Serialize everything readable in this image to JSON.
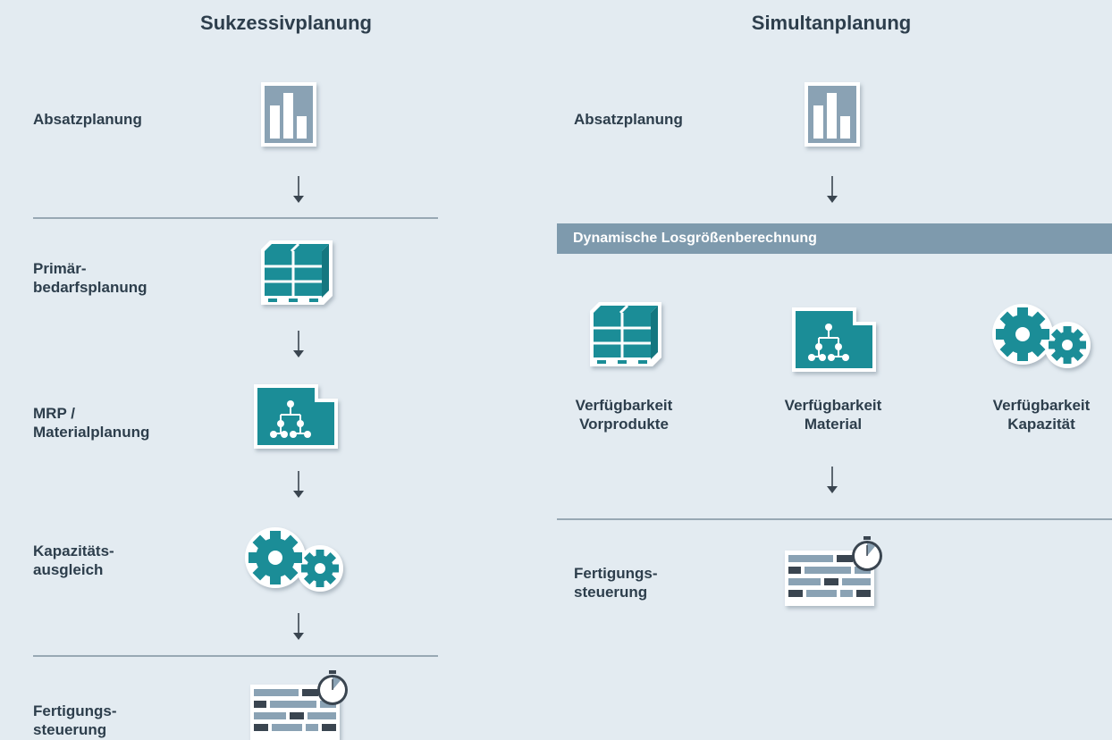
{
  "left": {
    "title": "Sukzessivplanung",
    "steps": [
      {
        "label": "Absatzplanung",
        "icon": "bar-chart-icon"
      },
      {
        "label": "Primär-\nbedarfsplanung",
        "icon": "pallet-boxes-icon"
      },
      {
        "label": "MRP /\nMaterialplanung",
        "icon": "org-chart-document-icon"
      },
      {
        "label": "Kapazitäts-\nausgleich",
        "icon": "gears-icon"
      },
      {
        "label": "Fertigungs-\nsteuerung",
        "icon": "gantt-stopwatch-icon"
      }
    ]
  },
  "right": {
    "title": "Simultanplanung",
    "steps": [
      {
        "label": "Absatzplanung",
        "icon": "bar-chart-icon"
      },
      {
        "label": "Fertigungs-\nsteuerung",
        "icon": "gantt-stopwatch-icon"
      }
    ],
    "band_label": "Dynamische Losgrößenberechnung",
    "columns": [
      {
        "label": "Verfügbarkeit\nVorprodukte",
        "icon": "pallet-boxes-icon"
      },
      {
        "label": "Verfügbarkeit\nMaterial",
        "icon": "org-chart-document-icon"
      },
      {
        "label": "Verfügbarkeit\nKapazität",
        "icon": "gears-icon"
      }
    ]
  },
  "colors": {
    "background": "#e3ebf1",
    "teal": "#1b8d97",
    "slate": "#8aa2b4",
    "dark": "#2d3e4c",
    "band": "#7e9aad"
  }
}
